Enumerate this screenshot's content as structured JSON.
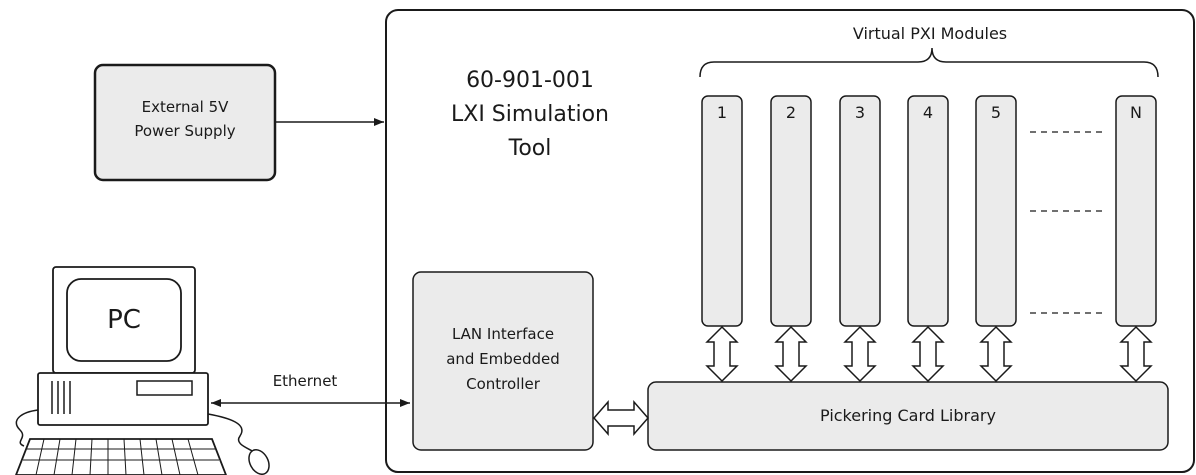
{
  "diagram": {
    "title_line1": "60-901-001",
    "title_line2": "LXI Simulation",
    "title_line3": "Tool",
    "power_supply_line1": "External 5V",
    "power_supply_line2": "Power Supply",
    "modules_caption": "Virtual PXI Modules",
    "modules": [
      "1",
      "2",
      "3",
      "4",
      "5",
      "N"
    ],
    "lan_line1": "LAN Interface",
    "lan_line2": "and Embedded",
    "lan_line3": "Controller",
    "card_library": "Pickering Card Library",
    "ethernet_label": "Ethernet",
    "pc_label": "PC"
  }
}
